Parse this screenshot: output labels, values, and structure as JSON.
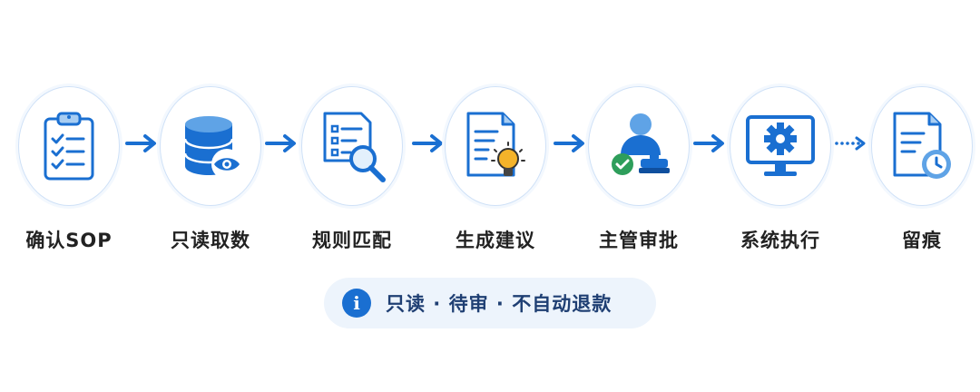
{
  "colors": {
    "accent": "#1a6fd1",
    "light": "#a8cdf2",
    "pill_bg": "#edf4fc",
    "check": "#2e9e5b",
    "bulb": "#f4b32a"
  },
  "steps": [
    {
      "label": "确认SOP",
      "icon": "clipboard-checklist-icon"
    },
    {
      "label": "只读取数",
      "icon": "database-eye-icon"
    },
    {
      "label": "规则匹配",
      "icon": "list-magnifier-icon"
    },
    {
      "label": "生成建议",
      "icon": "document-lightbulb-icon"
    },
    {
      "label": "主管审批",
      "icon": "person-stamp-icon"
    },
    {
      "label": "系统执行",
      "icon": "monitor-gear-icon"
    },
    {
      "label": "留痕",
      "icon": "document-clock-icon"
    }
  ],
  "connectors": [
    "arrow",
    "arrow",
    "arrow",
    "arrow",
    "arrow",
    "dotted-arrow"
  ],
  "note": {
    "icon": "info-icon",
    "text": "只读 · 待审 · 不自动退款"
  }
}
